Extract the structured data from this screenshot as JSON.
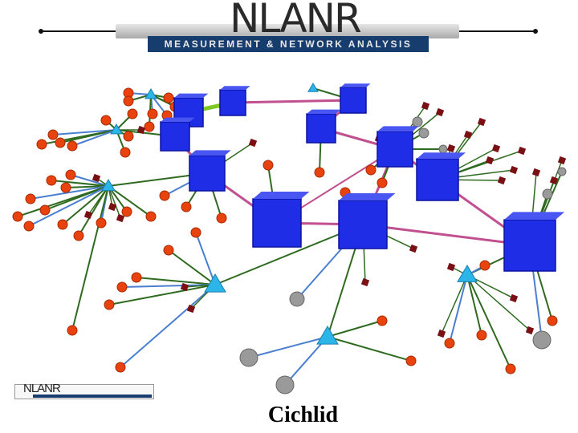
{
  "header": {
    "logo_title": "NLANR",
    "banner_text": "MEASUREMENT & NETWORK ANALYSIS"
  },
  "footer_logo": {
    "title": "NLANR"
  },
  "caption": "Cichlid",
  "colors": {
    "banner": "#173d6e",
    "core_node": "#1f2ee6",
    "hub_node": "#2bb5e8",
    "leaf_node": "#e8420f",
    "inactive_node": "#9a9a9a",
    "link_pink": "#c0508f",
    "link_green": "#2e6a1f",
    "link_blue": "#4a7fd0",
    "router": "#7a0f14"
  },
  "diagram": {
    "type": "3d-network-topology",
    "nodes": {
      "core": [
        "A",
        "B",
        "C",
        "D",
        "E",
        "F",
        "G",
        "H",
        "I",
        "J",
        "K"
      ],
      "hub": [
        "T1",
        "T2",
        "T3",
        "T4",
        "T5",
        "T6",
        "T7",
        "T8"
      ],
      "leaf": [
        "l1",
        "l2",
        "l3",
        "l4",
        "l5",
        "l6",
        "l7",
        "l8",
        "l9",
        "l10",
        "l11",
        "l12",
        "l13",
        "l14",
        "l15",
        "l16",
        "l17",
        "l18",
        "l19",
        "l20",
        "l21",
        "l22",
        "l23",
        "l24",
        "l25",
        "l26",
        "l27",
        "l28",
        "l29",
        "l30",
        "l31",
        "l32",
        "l33",
        "l34",
        "l35",
        "l36",
        "l37",
        "l38",
        "l39",
        "l40",
        "l41",
        "l42",
        "l43",
        "l44",
        "l45",
        "l46",
        "l47",
        "l48",
        "l49",
        "l50"
      ],
      "inactive": [
        "g1",
        "g2",
        "g3",
        "g4",
        "g5",
        "g6",
        "g7",
        "g8",
        "g9"
      ]
    },
    "routers": [
      "r1",
      "r2",
      "r3",
      "r4",
      "r5",
      "r6",
      "r7",
      "r8",
      "r9",
      "r10",
      "r11",
      "r12",
      "r13",
      "r14",
      "r15",
      "r16",
      "r17",
      "r18",
      "r19",
      "r20",
      "r21",
      "r22",
      "r23",
      "r24",
      "r25",
      "r26",
      "r27",
      "r28"
    ]
  }
}
